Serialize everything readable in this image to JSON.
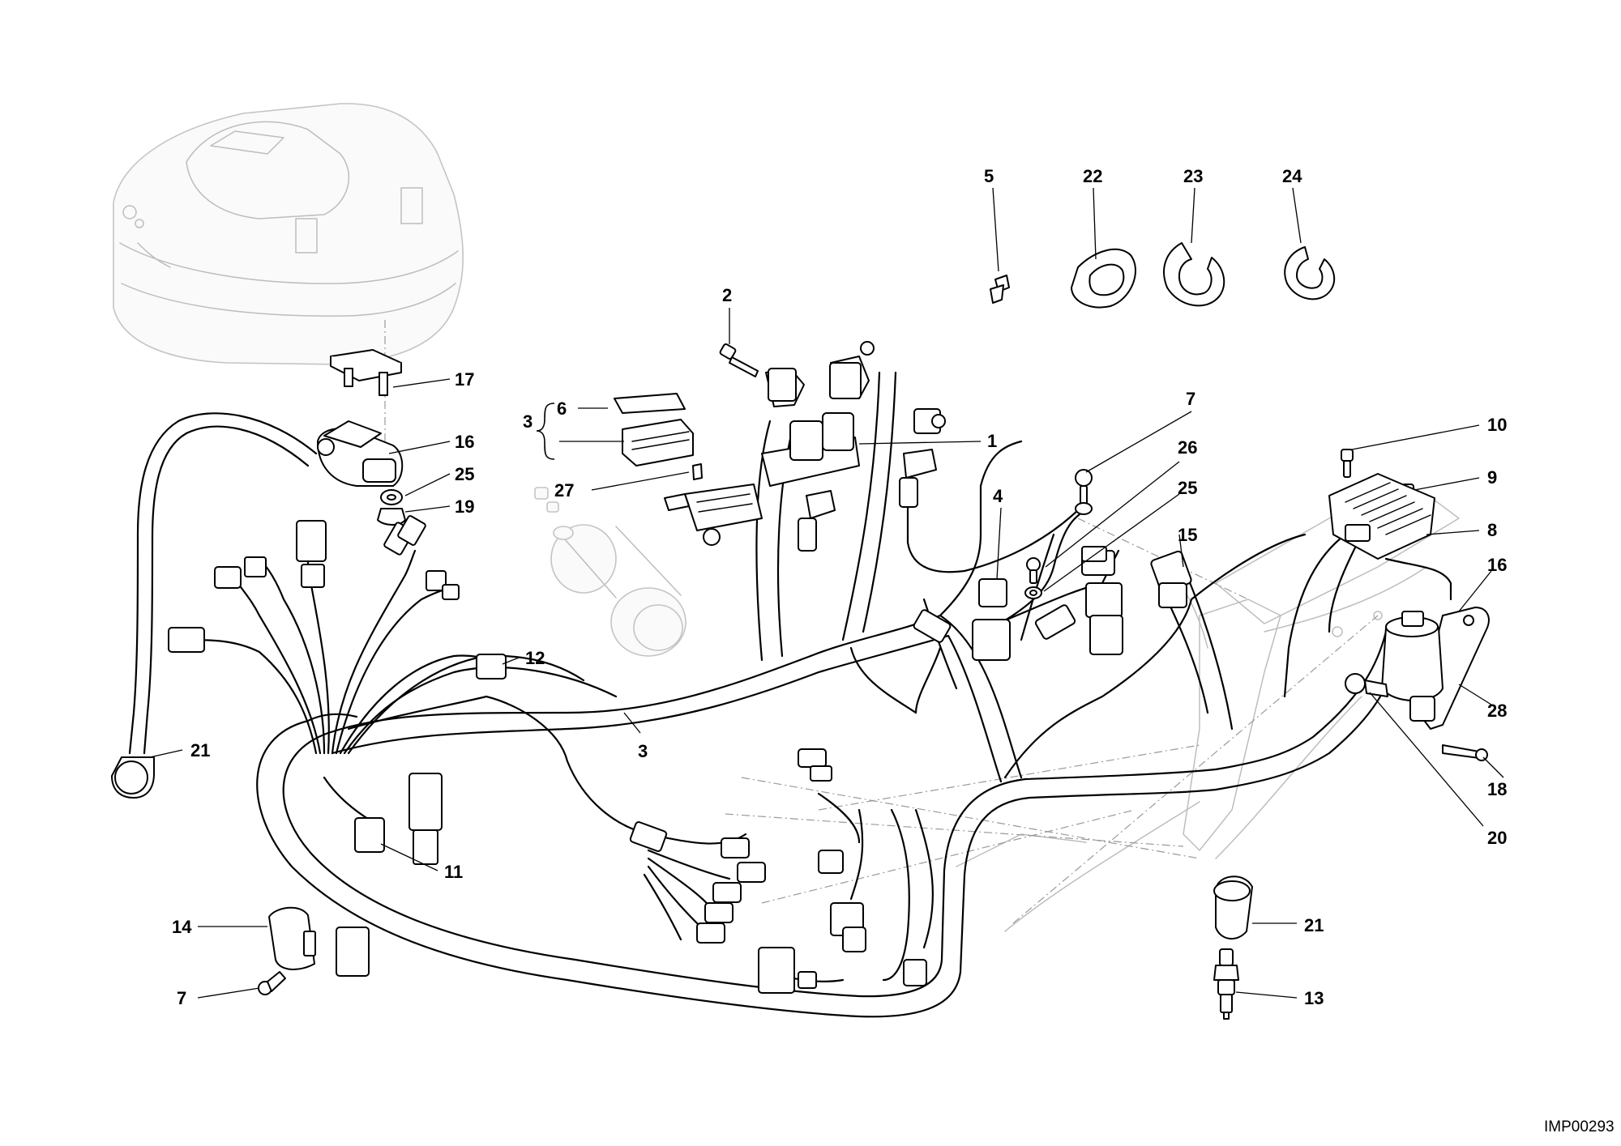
{
  "drawing_code": "IMP00293",
  "callouts": [
    {
      "id": "c1",
      "label": "1"
    },
    {
      "id": "c2",
      "label": "2"
    },
    {
      "id": "c3a",
      "label": "3"
    },
    {
      "id": "c3b",
      "label": "3"
    },
    {
      "id": "c4",
      "label": "4"
    },
    {
      "id": "c5",
      "label": "5"
    },
    {
      "id": "c6",
      "label": "6"
    },
    {
      "id": "c7a",
      "label": "7"
    },
    {
      "id": "c7b",
      "label": "7"
    },
    {
      "id": "c8",
      "label": "8"
    },
    {
      "id": "c9",
      "label": "9"
    },
    {
      "id": "c10",
      "label": "10"
    },
    {
      "id": "c11",
      "label": "11"
    },
    {
      "id": "c12",
      "label": "12"
    },
    {
      "id": "c13",
      "label": "13"
    },
    {
      "id": "c14",
      "label": "14"
    },
    {
      "id": "c15",
      "label": "15"
    },
    {
      "id": "c16a",
      "label": "16"
    },
    {
      "id": "c16b",
      "label": "16"
    },
    {
      "id": "c17",
      "label": "17"
    },
    {
      "id": "c18",
      "label": "18"
    },
    {
      "id": "c19",
      "label": "19"
    },
    {
      "id": "c20",
      "label": "20"
    },
    {
      "id": "c21a",
      "label": "21"
    },
    {
      "id": "c21b",
      "label": "21"
    },
    {
      "id": "c22",
      "label": "22"
    },
    {
      "id": "c23",
      "label": "23"
    },
    {
      "id": "c24",
      "label": "24"
    },
    {
      "id": "c25a",
      "label": "25"
    },
    {
      "id": "c25b",
      "label": "25"
    },
    {
      "id": "c26",
      "label": "26"
    },
    {
      "id": "c27",
      "label": "27"
    },
    {
      "id": "c28",
      "label": "28"
    }
  ]
}
